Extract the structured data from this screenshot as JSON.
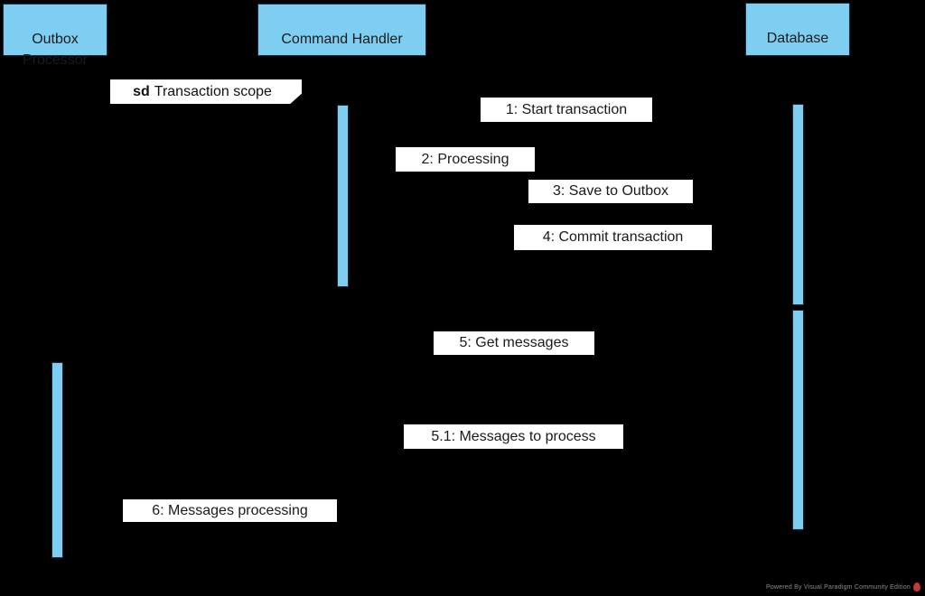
{
  "diagram": {
    "kind": "UML sequence diagram",
    "fragment_label": {
      "keyword": "sd",
      "name": "Transaction scope"
    },
    "participants": [
      {
        "name": "Outbox Processor",
        "display": "Outbox\nProcessor"
      },
      {
        "name": "Command Handler",
        "display": "Command Handler"
      },
      {
        "name": "Database",
        "display": "Database"
      }
    ],
    "messages": [
      {
        "label": "1: Start transaction"
      },
      {
        "label": "2: Processing"
      },
      {
        "label": "3: Save to Outbox"
      },
      {
        "label": "4: Commit transaction"
      },
      {
        "label": "5: Get messages"
      },
      {
        "label": "5.1: Messages to process"
      },
      {
        "label": "6: Messages processing"
      }
    ]
  },
  "colors": {
    "background": "#000000",
    "participant_fill": "#7DCEF0",
    "activation_fill": "#7DCEF0",
    "label_background": "#FFFFFF",
    "text": "#1A1A1A",
    "watermark_text": "#8D8D8D",
    "watermark_logo": "#C23B3B"
  },
  "watermark": {
    "text": "Powered By Visual Paradigm Community Edition"
  }
}
